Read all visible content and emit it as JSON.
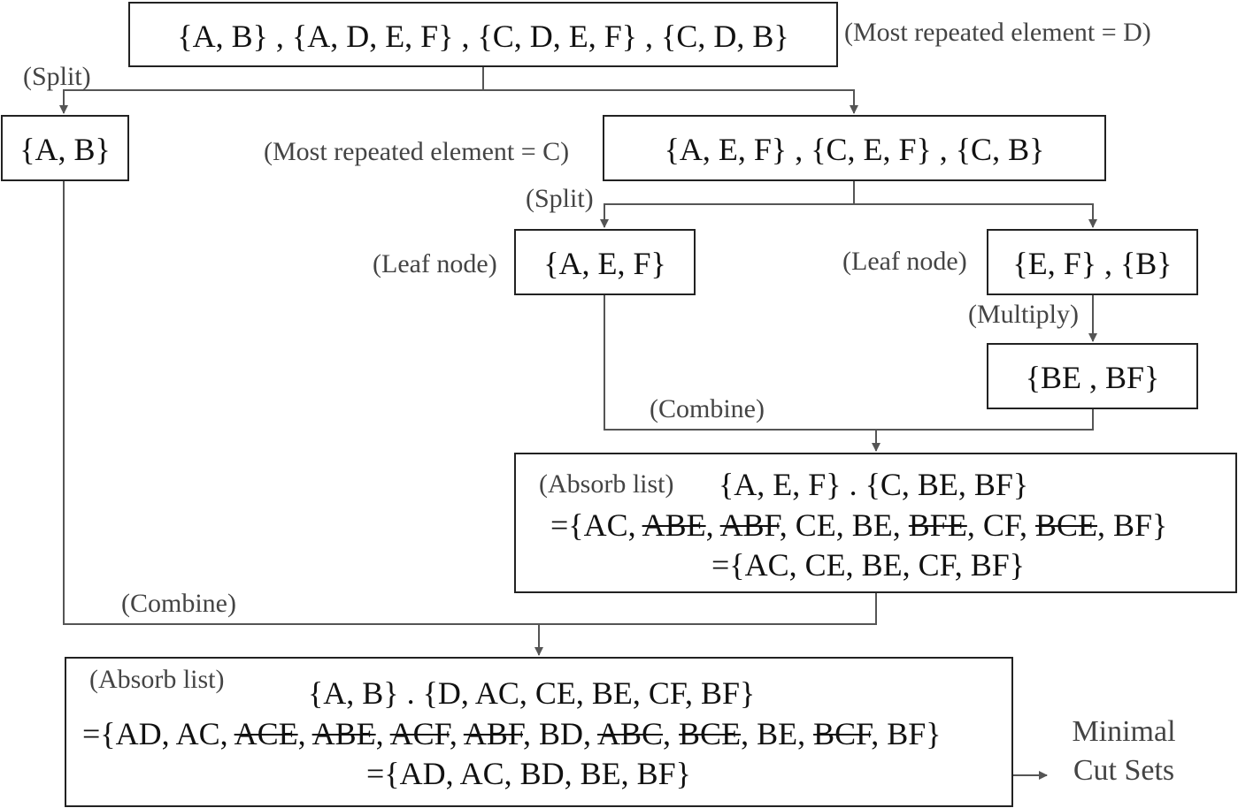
{
  "colors": {
    "line": "#555555",
    "box_border": "#222222",
    "note": "#444444"
  },
  "root": {
    "text": "{A, B} , {A, D, E, F} , {C, D, E, F} , {C, D, B}",
    "note": "(Most repeated element = D)",
    "split_label": "(Split)"
  },
  "left_leaf": {
    "text": "{A, B}"
  },
  "level2": {
    "text": "{A, E, F} , {C, E, F} , {C, B}",
    "note": "(Most repeated element = C)",
    "split_label": "(Split)"
  },
  "leaf_a": {
    "text": "{A, E, F}",
    "note": "(Leaf node)"
  },
  "leaf_b": {
    "text": "{E, F} , {B}",
    "note": "(Leaf node)",
    "multiply_label": "(Multiply)"
  },
  "multiplied": {
    "text": "{BE , BF}"
  },
  "combine1": {
    "label": "(Combine)"
  },
  "absorb1": {
    "label": "(Absorb list)",
    "line1": "{A, E, F} . {C, BE, BF}",
    "line2": [
      {
        "t": "={AC, ",
        "s": false
      },
      {
        "t": "ABE",
        "s": true
      },
      {
        "t": ", ",
        "s": false
      },
      {
        "t": "ABF",
        "s": true
      },
      {
        "t": ", CE, BE, ",
        "s": false
      },
      {
        "t": "BFE",
        "s": true
      },
      {
        "t": ", CF, ",
        "s": false
      },
      {
        "t": "BCE",
        "s": true
      },
      {
        "t": ", BF}",
        "s": false
      }
    ],
    "line3": "={AC, CE, BE, CF, BF}"
  },
  "combine2": {
    "label": "(Combine)"
  },
  "absorb2": {
    "label": "(Absorb list)",
    "line1": "{A, B} . {D, AC, CE, BE, CF, BF}",
    "line2": [
      {
        "t": "={AD, AC, ",
        "s": false
      },
      {
        "t": "ACE",
        "s": true
      },
      {
        "t": ", ",
        "s": false
      },
      {
        "t": "ABE",
        "s": true
      },
      {
        "t": ", ",
        "s": false
      },
      {
        "t": "ACF",
        "s": true
      },
      {
        "t": ", ",
        "s": false
      },
      {
        "t": "ABF",
        "s": true
      },
      {
        "t": ", BD, ",
        "s": false
      },
      {
        "t": "ABC",
        "s": true
      },
      {
        "t": ", ",
        "s": false
      },
      {
        "t": "BCE",
        "s": true
      },
      {
        "t": ", BE, ",
        "s": false
      },
      {
        "t": "BCF",
        "s": true
      },
      {
        "t": ", BF}",
        "s": false
      }
    ],
    "line3": "={AD, AC, BD, BE, BF}"
  },
  "result": {
    "line1": "Minimal",
    "line2": "Cut Sets"
  }
}
